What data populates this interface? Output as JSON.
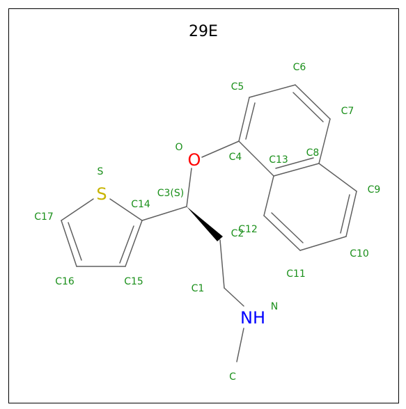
{
  "title": "29E",
  "colors": {
    "bond": "#5f5f5f",
    "name_label": "#1a8f1a",
    "oxygen": "#ff0000",
    "sulfur": "#c8b400",
    "nitrogen": "#0000ff",
    "title": "#000000"
  },
  "atom_elements": {
    "O": "O",
    "S": "S",
    "NH": "NH"
  },
  "atom_names": {
    "O": "O",
    "S": "S",
    "N": "N",
    "C": "C",
    "C1": "C1",
    "C2": "C2",
    "C3": "C3(S)",
    "C4": "C4",
    "C5": "C5",
    "C6": "C6",
    "C7": "C7",
    "C8": "C8",
    "C9": "C9",
    "C10": "C10",
    "C11": "C11",
    "C12": "C12",
    "C13": "C13",
    "C14": "C14",
    "C15": "C15",
    "C16": "C16",
    "C17": "C17"
  }
}
